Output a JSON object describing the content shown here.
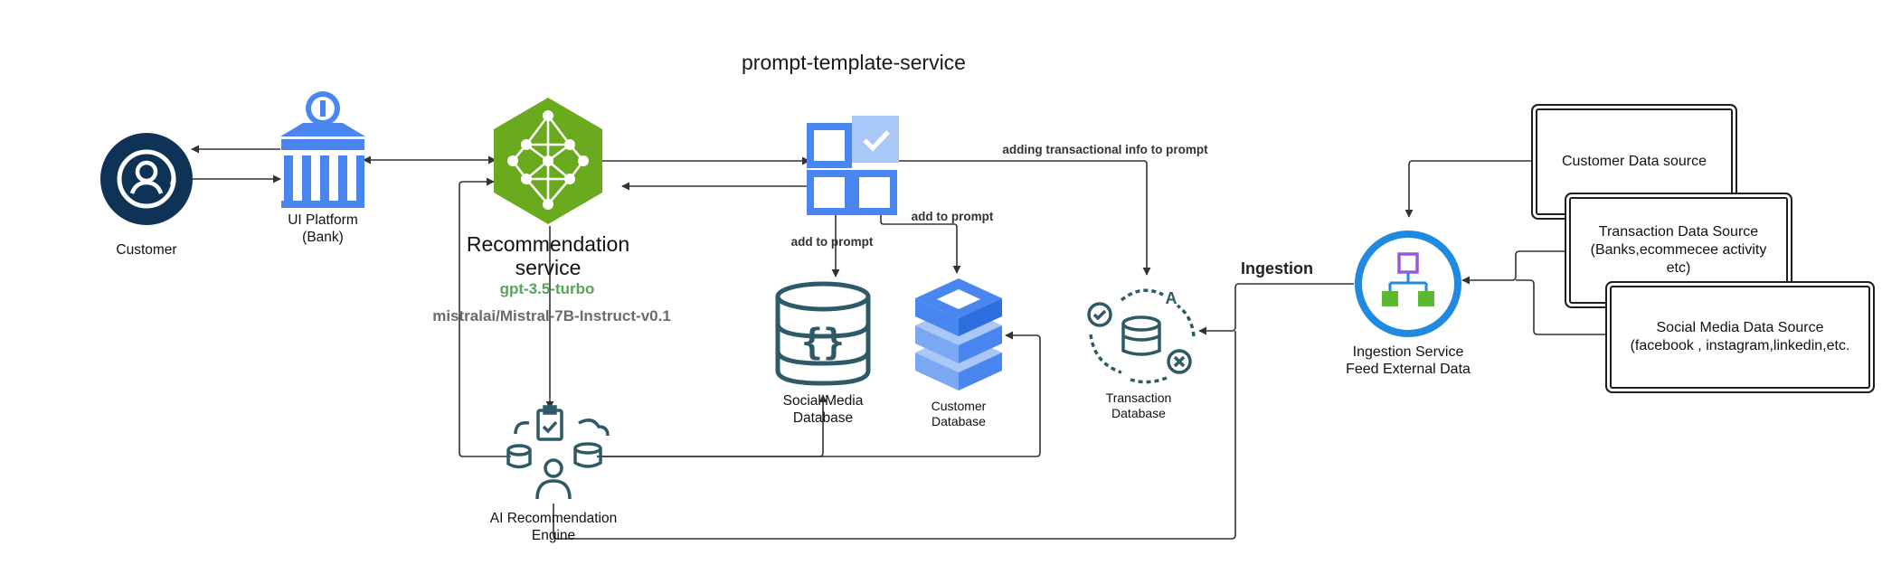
{
  "title": "prompt-template-service",
  "nodes": {
    "customer": "Customer",
    "ui_platform": [
      "UI Platform",
      "(Bank)"
    ],
    "recommendation_service": [
      "Recommendation",
      "service"
    ],
    "model_primary": "gpt-3.5-turbo",
    "model_secondary": "mistralai/Mistral-7B-Instruct-v0.1",
    "ai_engine": [
      "AI Recommendation",
      "Engine"
    ],
    "social_db": [
      "Social Media",
      "Database"
    ],
    "customer_db": [
      "Customer",
      "Database"
    ],
    "transaction_db": [
      "Transaction",
      "Database"
    ],
    "ingestion_service": [
      "Ingestion Service",
      "Feed External Data"
    ]
  },
  "sources": {
    "customer": "Customer Data source",
    "transaction": [
      "Transaction Data Source",
      "(Banks,ecommecee activity",
      "etc)"
    ],
    "social": [
      "Social Media Data Source",
      "(facebook , instagram,linkedin,etc."
    ]
  },
  "edge_labels": {
    "add_to_prompt_social": "add to prompt",
    "add_to_prompt_customer": "add to prompt",
    "adding_transactional": "adding transactional info to prompt",
    "ingestion": "Ingestion"
  },
  "colors": {
    "navy": "#0e3356",
    "blue": "#4a86f0",
    "green": "#6aaa1e",
    "teal": "#2d5a66",
    "model_green": "#5aa35a",
    "model_gray": "#6b6b6b",
    "ring_blue": "#1f8ae0"
  }
}
